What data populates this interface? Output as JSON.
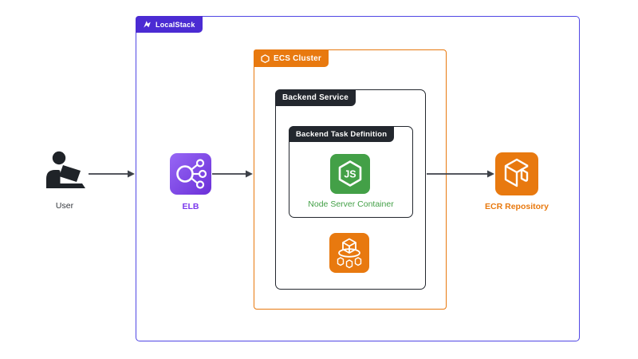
{
  "diagram": {
    "containers": {
      "localstack": {
        "label": "LocalStack"
      },
      "ecs_cluster": {
        "label": "ECS Cluster"
      },
      "backend_service": {
        "label": "Backend Service"
      },
      "backend_task_definition": {
        "label": "Backend Task Definition"
      }
    },
    "nodes": {
      "user": {
        "label": "User"
      },
      "elb": {
        "label": "ELB"
      },
      "node_container": {
        "label": "Node Server Container"
      },
      "ecr": {
        "label": "ECR Repository"
      }
    },
    "icons": [
      "user-at-laptop-icon",
      "localstack-logo-icon",
      "ecs-cluster-hexagon-icon",
      "elb-load-balancer-icon",
      "nodejs-hexagon-js-icon",
      "ecs-service-cubes-icon",
      "ecr-registry-cube-icon",
      "arrow-right-icon"
    ],
    "colors": {
      "localstack_badge_purple": "#4b2bd3",
      "localstack_border": "#5046e4",
      "aws_orange": "#e8790f",
      "dark_label": "#23272e",
      "node_green": "#43a047",
      "elb_purple_light": "#9767f5",
      "elb_purple_dark": "#6b30d8",
      "elb_label_purple": "#7c3aed",
      "arrow_gray": "#3d4148",
      "background": "#ffffff"
    }
  }
}
